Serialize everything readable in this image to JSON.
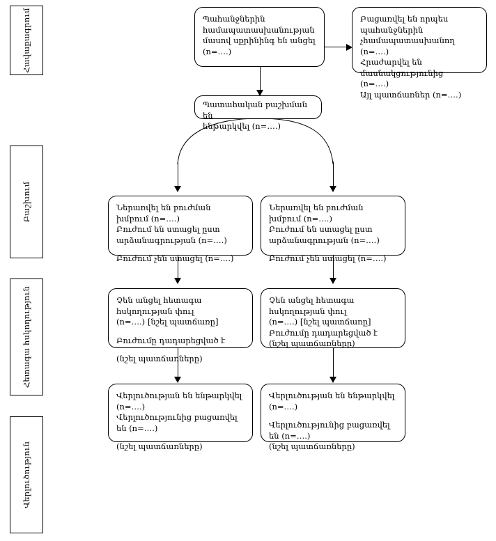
{
  "diagram": {
    "title": "CONSORT flow diagram (Armenian)",
    "phases": [
      {
        "id": "enrollment",
        "label": "Հավաքագրում"
      },
      {
        "id": "allocation",
        "label": "Բաշխում"
      },
      {
        "id": "follow-up",
        "label": "Հետագա հսկողություն"
      },
      {
        "id": "analysis",
        "label": "Վերլուծություն"
      }
    ],
    "nodes": {
      "assessed": {
        "lines": [
          "Պահանջներին",
          "համապատասխանության",
          "մասով սքրինինգ են անցել",
          "(n=….)"
        ]
      },
      "excluded": {
        "lines": [
          "Բացառվել են որպես",
          "պահանջներին",
          "չհամապատասխանող (n=….)",
          "Հրաժարվել են մասնակցությունից",
          "(n=….)",
          "Այլ պատճառներ (n=….)"
        ]
      },
      "randomized": {
        "lines": [
          "Պատահական բաշխման են",
          "ենթարկվել (n=….)"
        ]
      },
      "allocation_left": {
        "lines": [
          "Ներառվել են բուժման խմբում (n=….)",
          "Բուժում են ստացել ըստ",
          "արձանագրության (n=….)",
          "Բուժում չեն ստացել (n=….)"
        ]
      },
      "allocation_right": {
        "lines": [
          "Ներառվել են բուժման խմբում (n=….)",
          "Բուժում են ստացել ըստ",
          "արձանագրության (n=….)",
          "Բուժում չեն ստացել (n=….)"
        ]
      },
      "followup_left": {
        "lines": [
          "Չեն անցել հետագա հսկողության փուլ",
          "(n=….) [նշել պատճառը]",
          "Բուժումը դադարեցված է",
          "(նշել պատճառները)"
        ]
      },
      "followup_right": {
        "lines": [
          "Չեն անցել հետագա հսկողության փուլ",
          "(n=….) [նշել պատճառը]",
          "Բուժումը դադարեցված է",
          "(նշել պատճառները)"
        ]
      },
      "analysis_left": {
        "lines": [
          "Վերլուծության են ենթարկվել (n=….)",
          "Վերլուծությունից բացառվել են (n=….)",
          "(նշել պատճառները)"
        ]
      },
      "analysis_right": {
        "lines": [
          "Վերլուծության են ենթարկվել (n=….)",
          "Վերլուծությունից բացառվել են (n=….)",
          "(նշել պատճառները)"
        ]
      }
    },
    "colors": {
      "stroke": "#000000",
      "background": "#ffffff",
      "text": "#000000"
    }
  }
}
